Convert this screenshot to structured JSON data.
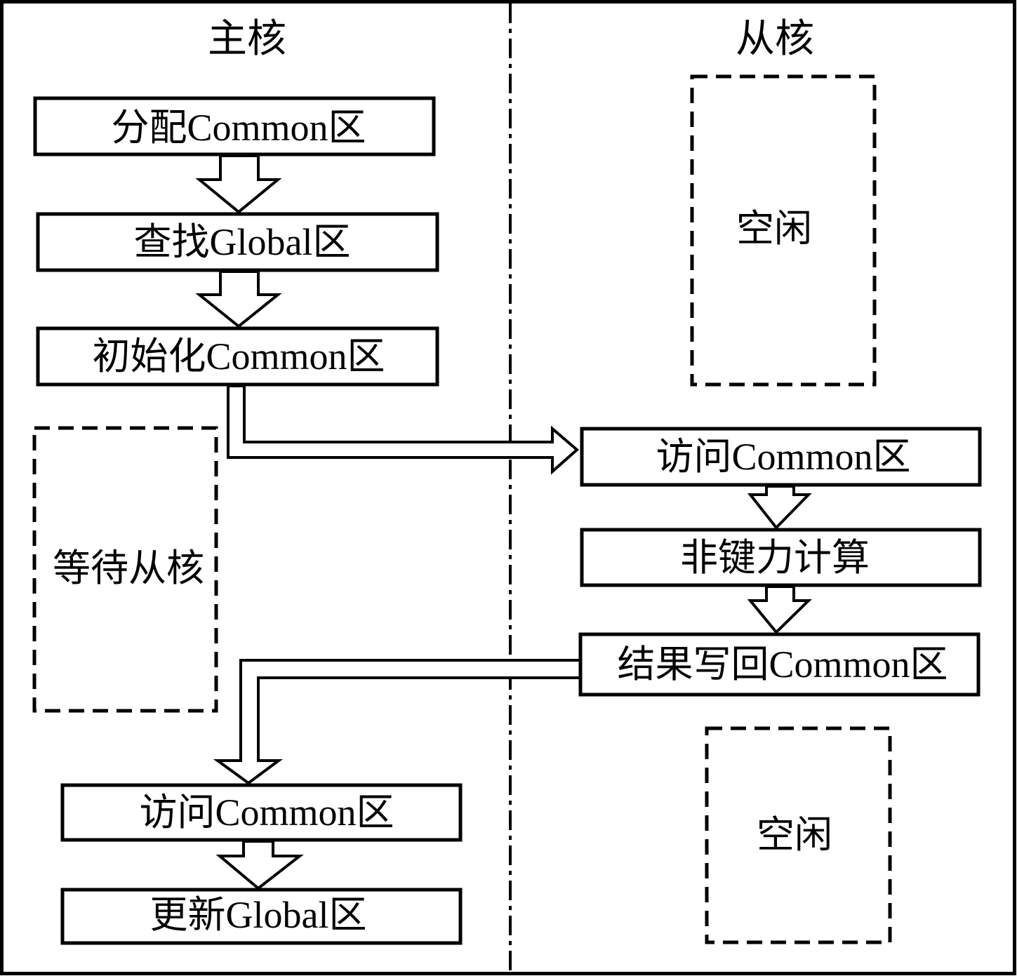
{
  "diagram": {
    "type": "flowchart",
    "colors": {
      "stroke": "#000000",
      "background": "#ffffff"
    },
    "lanes": {
      "left_title": "主核",
      "right_title": "从核"
    },
    "main_core": {
      "steps": [
        {
          "id": "alloc",
          "label": "分配Common区"
        },
        {
          "id": "find",
          "label": "查找Global区"
        },
        {
          "id": "init",
          "label": "初始化Common区"
        },
        {
          "id": "access",
          "label": "访问Common区"
        },
        {
          "id": "update",
          "label": "更新Global区"
        }
      ],
      "wait": {
        "label": "等待从核",
        "style": "dashed"
      }
    },
    "slave_core": {
      "idle_top": {
        "label": "空闲",
        "style": "dashed"
      },
      "steps": [
        {
          "id": "s_access",
          "label": "访问Common区"
        },
        {
          "id": "compute",
          "label": "非键力计算"
        },
        {
          "id": "writeback",
          "label": "结果写回Common区"
        }
      ],
      "idle_bottom": {
        "label": "空闲",
        "style": "dashed"
      }
    },
    "edges": [
      {
        "from": "alloc",
        "to": "find"
      },
      {
        "from": "find",
        "to": "init"
      },
      {
        "from": "init",
        "to": "s_access",
        "cross_lane": true
      },
      {
        "from": "s_access",
        "to": "compute"
      },
      {
        "from": "compute",
        "to": "writeback"
      },
      {
        "from": "writeback",
        "to": "access",
        "cross_lane": true
      },
      {
        "from": "access",
        "to": "update"
      }
    ]
  }
}
